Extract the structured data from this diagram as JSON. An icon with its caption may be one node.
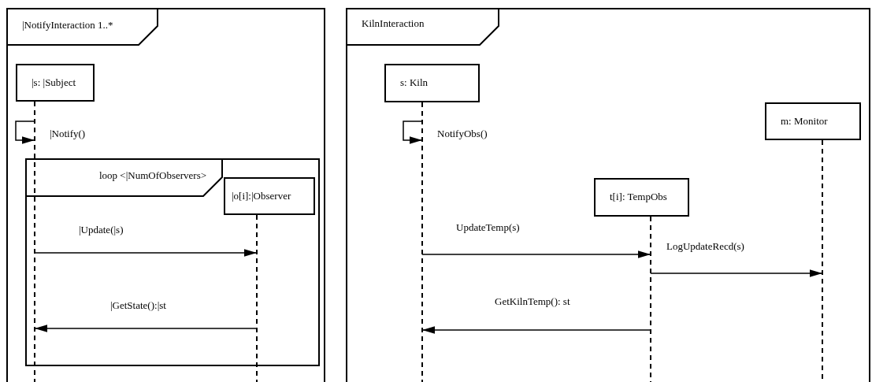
{
  "diagram": {
    "nodes": [
      {
        "text": [
          "|NotifyInteraction 1..*"
        ]
      },
      {
        "text": [
          "|s: |Subject"
        ],
        "in": 0
      },
      {
        "text": [
          "loop <|NumOfObservers>"
        ],
        "in": 0
      },
      {
        "text": [
          "|o[i]:|Observer"
        ],
        "in": 2
      },
      {
        "text": [
          "KilnInteraction"
        ]
      },
      {
        "text": [
          "s: Kiln"
        ],
        "in": 4
      },
      {
        "text": [
          "m: Monitor"
        ],
        "in": 4
      },
      {
        "text": [
          "t[i]: TempObs"
        ],
        "in": 4
      }
    ],
    "edges": [
      {
        "from": 1,
        "to": 1,
        "arrow": "to",
        "label": "|Notify()"
      },
      {
        "from": 1,
        "to": 3,
        "arrow": "to",
        "label": "|Update(|s)"
      },
      {
        "from": 3,
        "to": 1,
        "arrow": "to",
        "label": "|GetState():|st"
      },
      {
        "from": 5,
        "to": 5,
        "arrow": "to",
        "label": "NotifyObs()"
      },
      {
        "from": 5,
        "to": 7,
        "arrow": "to",
        "label": "UpdateTemp(s)"
      },
      {
        "from": 7,
        "to": 6,
        "arrow": "to",
        "label": "LogUpdateRecd(s)"
      },
      {
        "from": 7,
        "to": 5,
        "arrow": "to",
        "label": "GetKilnTemp(): st"
      }
    ]
  }
}
